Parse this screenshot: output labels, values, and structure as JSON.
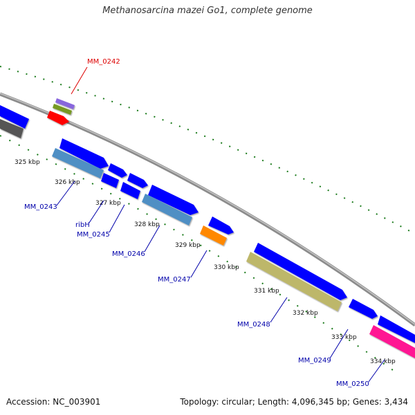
{
  "title": "Methanosarcina mazei Go1, complete genome",
  "footer": {
    "accession": "Accession: NC_003901",
    "info": "Topology: circular; Length: 4,096,345 bp; Genes: 3,434"
  },
  "colors": {
    "backbone": "#8c8c8c",
    "gene_blue": "#0000ff",
    "steel_blue": "#4f8fc4",
    "dark_gray": "#555555",
    "red": "#ff0000",
    "purple": "#8866dd",
    "olive": "#779922",
    "orange": "#ff8800",
    "khaki": "#bdb76b",
    "magenta": "#ff1493",
    "tick_green": "#1a7a1a",
    "label_blue": "#0000aa",
    "label_red": "#dd0000"
  },
  "ruler_labels": [
    "325 kbp",
    "326 kbp",
    "327 kbp",
    "328 kbp",
    "329 kbp",
    "330 kbp",
    "331 kbp",
    "332 kbp",
    "333 kbp",
    "334 kbp"
  ],
  "gene_labels": [
    {
      "id": "MM_0242",
      "text": "MM_0242",
      "color": "label_red"
    },
    {
      "id": "MM_0243",
      "text": "MM_0243",
      "color": "label_blue"
    },
    {
      "id": "ribH",
      "text": "ribH",
      "color": "label_blue"
    },
    {
      "id": "MM_0245",
      "text": "MM_0245",
      "color": "label_blue"
    },
    {
      "id": "MM_0246",
      "text": "MM_0246",
      "color": "label_blue"
    },
    {
      "id": "MM_0247",
      "text": "MM_0247",
      "color": "label_blue"
    },
    {
      "id": "MM_0248",
      "text": "MM_0248",
      "color": "label_blue"
    },
    {
      "id": "MM_0249",
      "text": "MM_0249",
      "color": "label_blue"
    },
    {
      "id": "MM_0250",
      "text": "MM_0250",
      "color": "label_blue"
    }
  ]
}
